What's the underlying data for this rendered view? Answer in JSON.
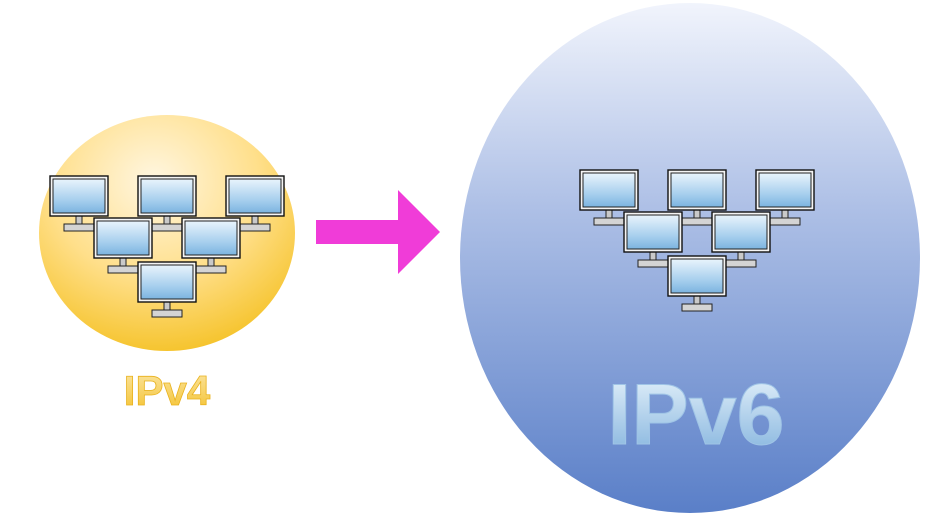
{
  "left_group": {
    "label": "IPv4",
    "color": "#f5c227",
    "computer_count": 6
  },
  "right_group": {
    "label": "IPv6",
    "color": "#5a7fc8",
    "computer_count": 6
  },
  "arrow": {
    "color": "#f03cd8",
    "direction": "right"
  }
}
